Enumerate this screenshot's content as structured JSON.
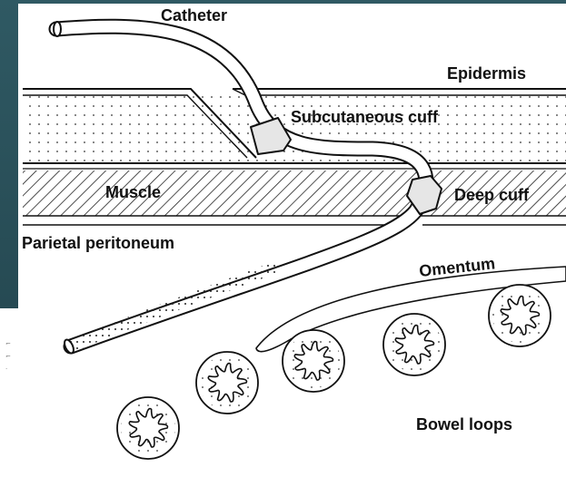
{
  "labels": {
    "catheter": "Catheter",
    "epidermis": "Epidermis",
    "subcutaneous_cuff": "Subcutaneous cuff",
    "muscle": "Muscle",
    "deep_cuff": "Deep cuff",
    "parietal_peritoneum": "Parietal peritoneum",
    "omentum": "Omentum",
    "bowel_loops": "Bowel loops"
  },
  "colors": {
    "background_panel": "#2f5963",
    "figure": "#ffffff",
    "ink": "#111111",
    "cuff_fill": "#e6e6e6"
  },
  "icons": {
    "bowel_loop": "bowel-loop-icon",
    "cuff": "cuff-icon"
  }
}
